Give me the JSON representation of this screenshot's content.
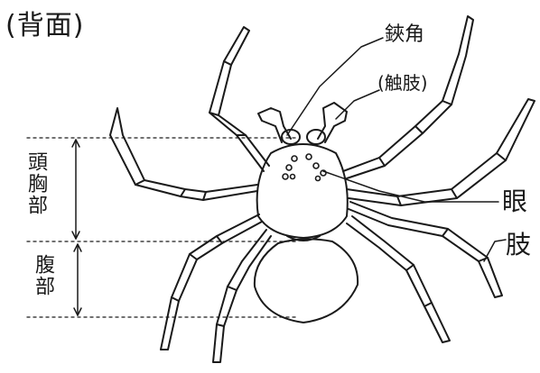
{
  "title": "(背面)",
  "labels": {
    "chelicera": "鋏角",
    "pedipalp": "(触肢)",
    "eyes": "眼",
    "legs": "肢",
    "cephalothorax": "頭胸部",
    "abdomen": "腹部"
  },
  "colors": {
    "ink": "#1a1a1a",
    "paper": "#ffffff"
  }
}
